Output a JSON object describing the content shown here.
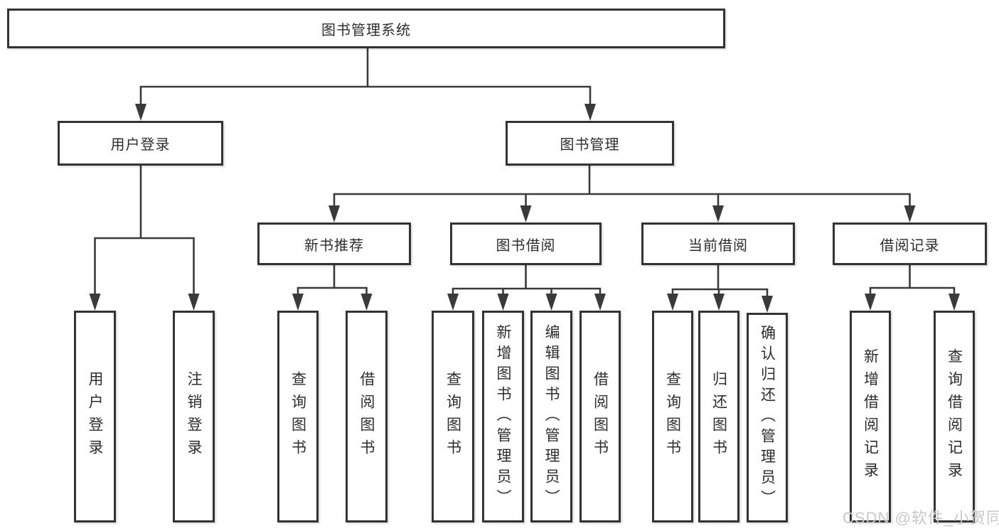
{
  "diagram": {
    "root_label": "图书管理系统",
    "level2": {
      "user_login": "用户登录",
      "book_mgmt": "图书管理"
    },
    "level3": {
      "new_books": "新书推荐",
      "book_borrow": "图书借阅",
      "current_borrow": "当前借阅",
      "borrow_records": "借阅记录"
    },
    "leaves": {
      "user_login": [
        "用户登录",
        "注销登录"
      ],
      "new_books": [
        "查询图书",
        "借阅图书"
      ],
      "book_borrow": [
        "查询图书",
        "新增图书（管理员）",
        "编辑图书（管理员）",
        "借阅图书"
      ],
      "current_borrow": [
        "查询图书",
        "归还图书",
        "确认归还（管理员）"
      ],
      "borrow_records": [
        "新增借阅记录",
        "查询借阅记录"
      ]
    },
    "watermark": "CSDN @软件_小贺同学",
    "colors": {
      "line": "#3a3a3a",
      "border": "#333333",
      "fill": "#ffffff",
      "text": "#2d2d2d",
      "watermark": "#c8c8c8"
    }
  }
}
